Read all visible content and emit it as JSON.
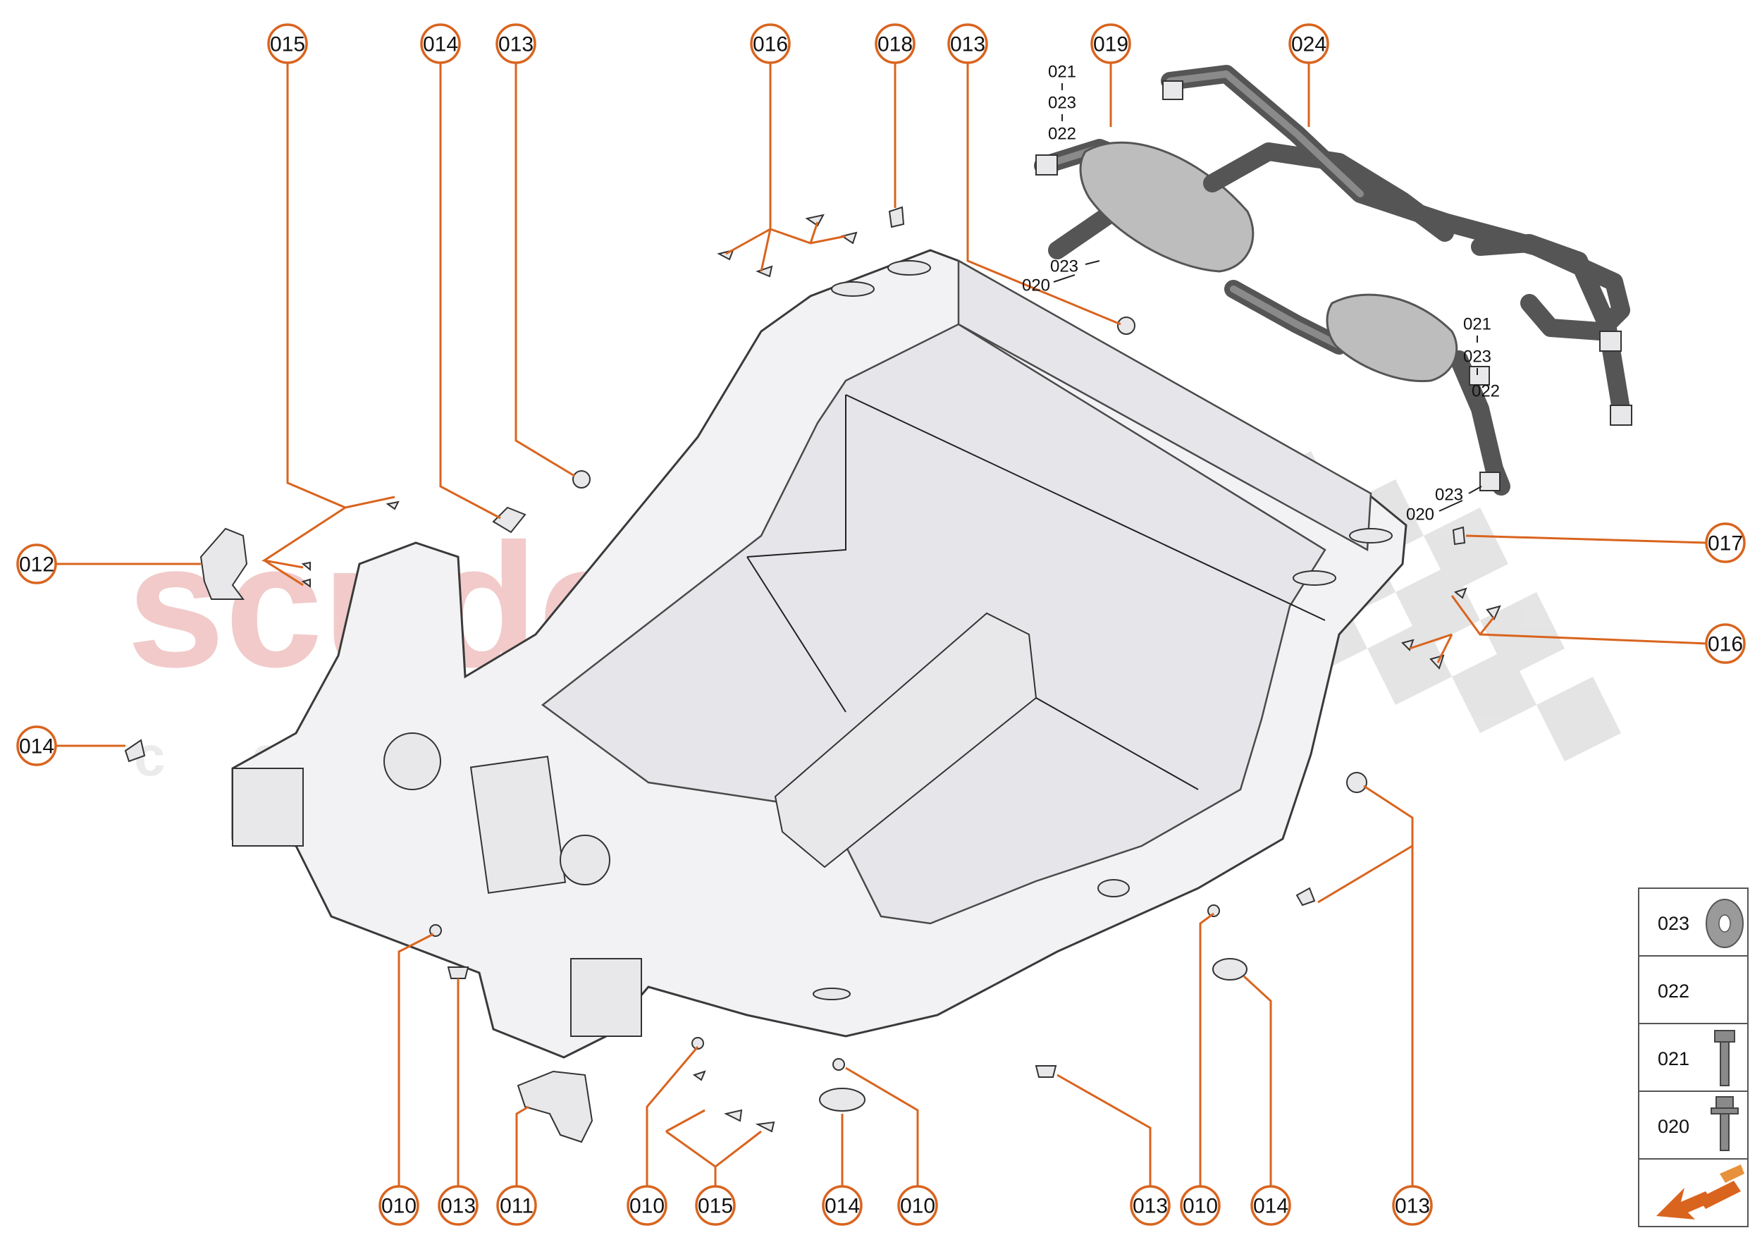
{
  "watermark": {
    "brand": "scuderia",
    "subtitle": "c a r p a r t s",
    "color": "#e8a0a0",
    "flag_color": "#cfcfcf"
  },
  "colors": {
    "accent": "#d9641e",
    "outline": "#333333"
  },
  "callouts": [
    {
      "id": "c-top-015",
      "label": "015"
    },
    {
      "id": "c-top-014",
      "label": "014"
    },
    {
      "id": "c-top-013a",
      "label": "013"
    },
    {
      "id": "c-top-016",
      "label": "016"
    },
    {
      "id": "c-top-018",
      "label": "018"
    },
    {
      "id": "c-top-013b",
      "label": "013"
    },
    {
      "id": "c-top-019",
      "label": "019"
    },
    {
      "id": "c-top-024",
      "label": "024"
    },
    {
      "id": "c-left-012",
      "label": "012"
    },
    {
      "id": "c-left-014",
      "label": "014"
    },
    {
      "id": "c-right-017",
      "label": "017"
    },
    {
      "id": "c-right-016",
      "label": "016"
    },
    {
      "id": "c-bot-010a",
      "label": "010"
    },
    {
      "id": "c-bot-013a",
      "label": "013"
    },
    {
      "id": "c-bot-011",
      "label": "011"
    },
    {
      "id": "c-bot-010b",
      "label": "010"
    },
    {
      "id": "c-bot-015",
      "label": "015"
    },
    {
      "id": "c-bot-014a",
      "label": "014"
    },
    {
      "id": "c-bot-010c",
      "label": "010"
    },
    {
      "id": "c-bot-013b",
      "label": "013"
    },
    {
      "id": "c-bot-010d",
      "label": "010"
    },
    {
      "id": "c-bot-014b",
      "label": "014"
    },
    {
      "id": "c-bot-013c",
      "label": "013"
    }
  ],
  "small_labels": {
    "upper_left_021": "021",
    "upper_left_023": "023",
    "upper_left_022": "022",
    "mid_023": "023",
    "mid_020": "020",
    "right_021": "021",
    "right_023": "023",
    "right_022": "022",
    "lower_right_023": "023",
    "lower_right_020": "020"
  },
  "legend": [
    {
      "code": "023",
      "icon": "washer-icon"
    },
    {
      "code": "022",
      "icon": "nut-icon"
    },
    {
      "code": "021",
      "icon": "long-bolt-icon"
    },
    {
      "code": "020",
      "icon": "flange-bolt-icon"
    }
  ],
  "nav": {
    "direction": "down-left",
    "icon": "next-page-arrow-icon"
  }
}
